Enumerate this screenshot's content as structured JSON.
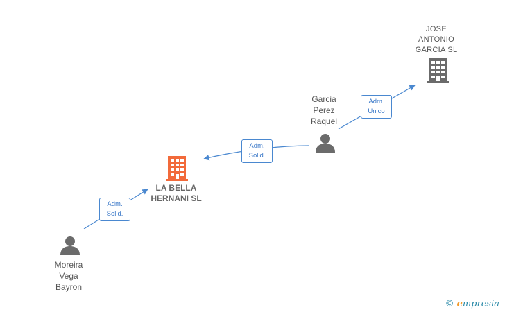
{
  "nodes": {
    "company_main": {
      "name": "LA BELLA\nHERNANI  SL",
      "color": "#f26a3a",
      "icon": "building-icon"
    },
    "company_top": {
      "name": "JOSE\nANTONIO\nGARCIA  SL",
      "color": "#6b6b6b",
      "icon": "building-icon"
    },
    "person_garcia": {
      "name": "Garcia\nPerez\nRaquel",
      "color": "#6b6b6b",
      "icon": "person-icon"
    },
    "person_moreira": {
      "name": "Moreira\nVega\nBayron",
      "color": "#6b6b6b",
      "icon": "person-icon"
    }
  },
  "edges": [
    {
      "from": "person_moreira",
      "to": "company_main",
      "label": "Adm.\nSolid."
    },
    {
      "from": "person_garcia",
      "to": "company_main",
      "label": "Adm.\nSolid."
    },
    {
      "from": "person_garcia",
      "to": "company_top",
      "label": "Adm.\nUnico"
    }
  ],
  "colors": {
    "edge": "#4a88d0"
  },
  "footer": {
    "copyright": "©",
    "brand_first": "e",
    "brand_rest": "mpresia"
  }
}
